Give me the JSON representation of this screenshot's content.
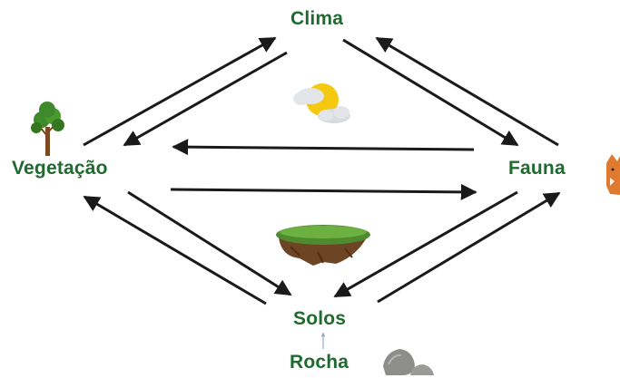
{
  "nodes": {
    "clima": "Clima",
    "vegetacao": "Vegetação",
    "fauna": "Fauna",
    "solos": "Solos",
    "rocha": "Rocha"
  },
  "colors": {
    "label": "#1f6a2e",
    "arrow": "#1a1a1a",
    "rocha_arrow": "#9aa9c4"
  },
  "illustrations": [
    "tree-icon",
    "sun-cloud-icon",
    "floating-soil-island-icon",
    "fox-icon",
    "rock-icon"
  ],
  "relations": [
    {
      "from": "Vegetação",
      "to": "Clima"
    },
    {
      "from": "Clima",
      "to": "Vegetação"
    },
    {
      "from": "Clima",
      "to": "Fauna"
    },
    {
      "from": "Fauna",
      "to": "Clima"
    },
    {
      "from": "Fauna",
      "to": "Vegetação"
    },
    {
      "from": "Vegetação",
      "to": "Fauna"
    },
    {
      "from": "Vegetação",
      "to": "Solos"
    },
    {
      "from": "Solos",
      "to": "Vegetação"
    },
    {
      "from": "Fauna",
      "to": "Solos"
    },
    {
      "from": "Solos",
      "to": "Fauna"
    },
    {
      "from": "Rocha",
      "to": "Solos"
    }
  ]
}
